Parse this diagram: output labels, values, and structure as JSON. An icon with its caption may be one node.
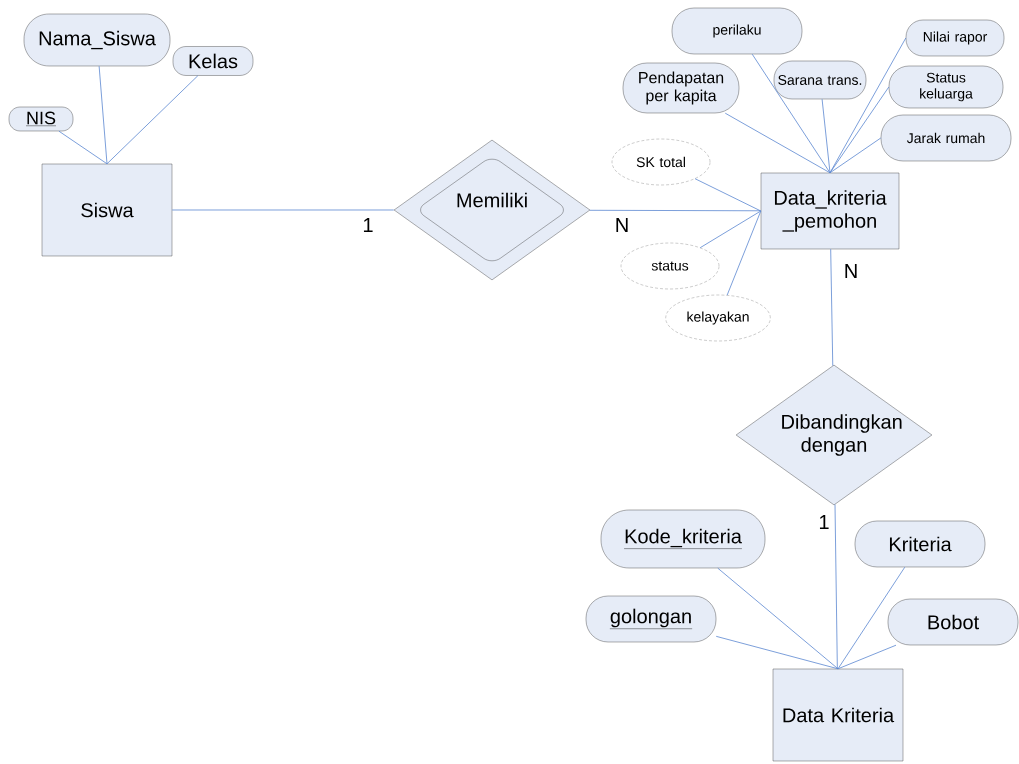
{
  "diagram": {
    "nodes": [
      {
        "text": [
          "Nama_Siswa"
        ]
      },
      {
        "text": [
          "Kelas"
        ]
      },
      {
        "text": [
          "NIS"
        ]
      },
      {
        "text": [
          "Siswa"
        ]
      },
      {
        "text": [
          "Memiliki"
        ]
      },
      {
        "text": [
          "perilaku"
        ]
      },
      {
        "text": [
          "Nilai rapor"
        ]
      },
      {
        "text": [
          "Pendapatan per kapita"
        ]
      },
      {
        "text": [
          "Sarana trans."
        ]
      },
      {
        "text": [
          "Status keluarga"
        ]
      },
      {
        "text": [
          "Jarak rumah"
        ]
      },
      {
        "text": [
          "SK total"
        ]
      },
      {
        "text": [
          "Data_kriteria _pemohon"
        ]
      },
      {
        "text": [
          "status"
        ]
      },
      {
        "text": [
          "kelayakan"
        ]
      },
      {
        "text": [
          "Dibandingkan dengan"
        ]
      },
      {
        "text": [
          "Kode_kriteria"
        ]
      },
      {
        "text": [
          "Kriteria"
        ]
      },
      {
        "text": [
          "golongan"
        ]
      },
      {
        "text": [
          "Bobot"
        ]
      },
      {
        "text": [
          "Data Kriteria"
        ]
      }
    ],
    "edges": [
      {
        "from": 0,
        "to": 3,
        "arrow": "none"
      },
      {
        "from": 1,
        "to": 3,
        "arrow": "none"
      },
      {
        "from": 2,
        "to": 3,
        "arrow": "none"
      },
      {
        "from": 3,
        "to": 4,
        "arrow": "none",
        "label": "1"
      },
      {
        "from": 4,
        "to": 12,
        "arrow": "none",
        "label": "N"
      },
      {
        "from": 5,
        "to": 12,
        "arrow": "none"
      },
      {
        "from": 6,
        "to": 12,
        "arrow": "none"
      },
      {
        "from": 7,
        "to": 12,
        "arrow": "none"
      },
      {
        "from": 8,
        "to": 12,
        "arrow": "none"
      },
      {
        "from": 9,
        "to": 12,
        "arrow": "none"
      },
      {
        "from": 10,
        "to": 12,
        "arrow": "none"
      },
      {
        "from": 11,
        "to": 12,
        "arrow": "none"
      },
      {
        "from": 13,
        "to": 12,
        "arrow": "none"
      },
      {
        "from": 14,
        "to": 12,
        "arrow": "none"
      },
      {
        "from": 12,
        "to": 15,
        "arrow": "none",
        "label": "N"
      },
      {
        "from": 15,
        "to": 20,
        "arrow": "none",
        "label": "1"
      },
      {
        "from": 16,
        "to": 20,
        "arrow": "none"
      },
      {
        "from": 17,
        "to": 20,
        "arrow": "none"
      },
      {
        "from": 18,
        "to": 20,
        "arrow": "none"
      },
      {
        "from": 19,
        "to": 20,
        "arrow": "none"
      }
    ]
  }
}
